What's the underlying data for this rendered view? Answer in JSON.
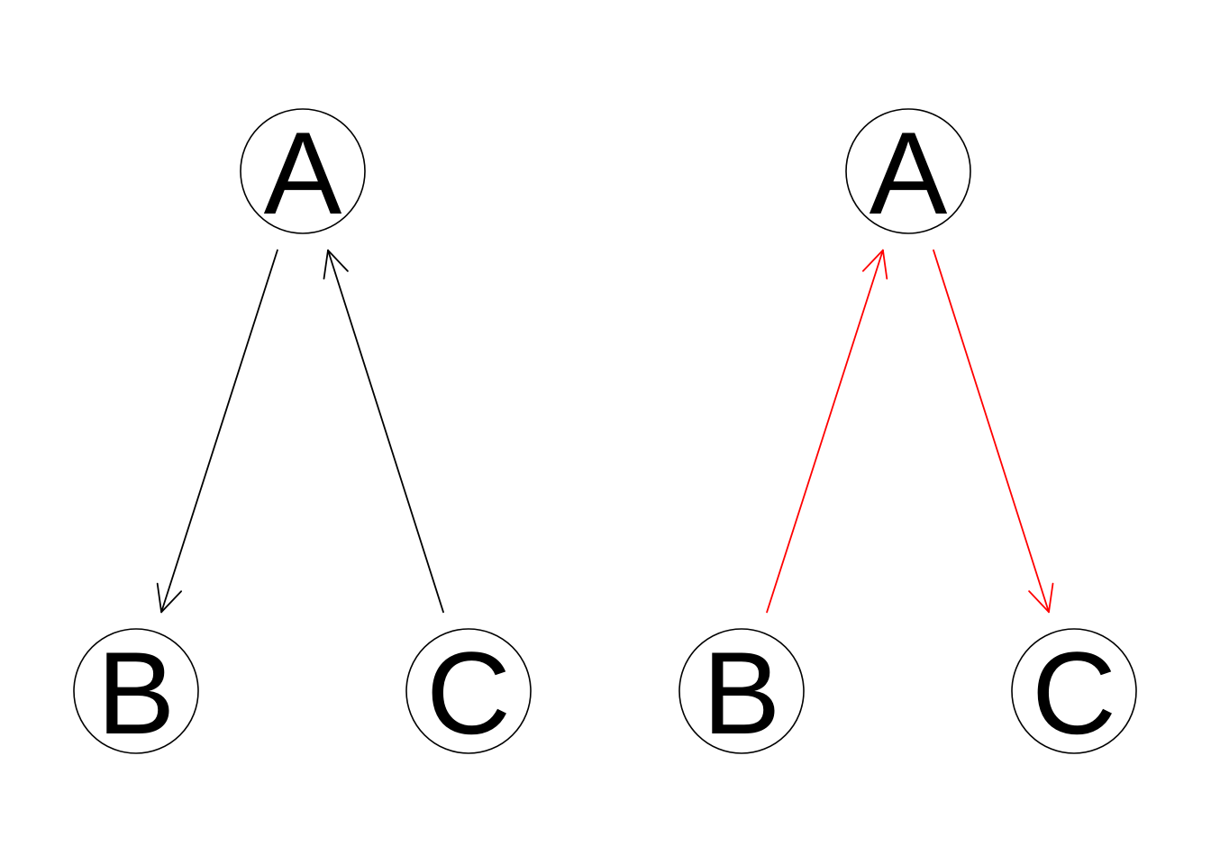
{
  "diagrams": [
    {
      "id": "left",
      "nodes": [
        {
          "id": "A",
          "label": "A"
        },
        {
          "id": "B",
          "label": "B"
        },
        {
          "id": "C",
          "label": "C"
        }
      ],
      "edges": [
        {
          "from": "A",
          "to": "B",
          "color": "#000000"
        },
        {
          "from": "C",
          "to": "A",
          "color": "#000000"
        }
      ]
    },
    {
      "id": "right",
      "nodes": [
        {
          "id": "A",
          "label": "A"
        },
        {
          "id": "B",
          "label": "B"
        },
        {
          "id": "C",
          "label": "C"
        }
      ],
      "edges": [
        {
          "from": "B",
          "to": "A",
          "color": "#ff0000"
        },
        {
          "from": "A",
          "to": "C",
          "color": "#ff0000"
        }
      ]
    }
  ]
}
